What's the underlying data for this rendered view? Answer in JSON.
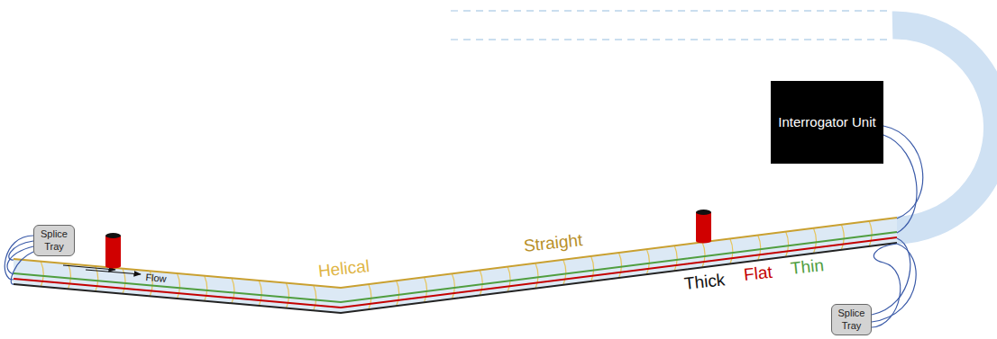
{
  "diagram": {
    "nodes": [
      {
        "text": [
          "Splice Tray"
        ]
      },
      {
        "text": [
          "Interrogator Unit"
        ]
      },
      {
        "text": [
          "Splice Tray"
        ]
      }
    ],
    "labels": [
      "Flow",
      "Helical",
      "Straight",
      "Flat",
      "Thin",
      "Thick"
    ]
  }
}
